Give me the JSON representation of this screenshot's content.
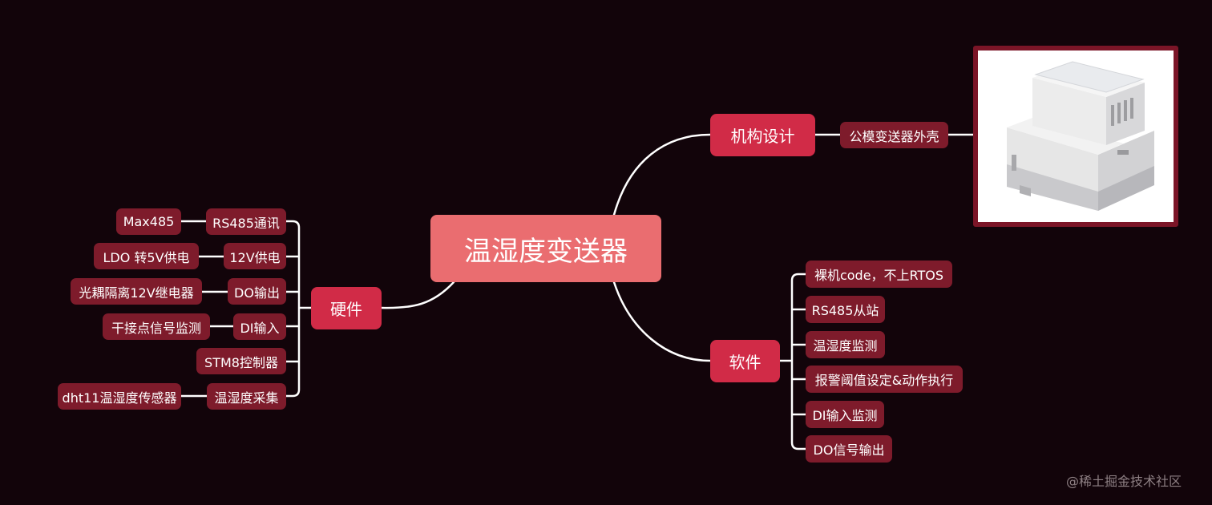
{
  "root": {
    "label": "温湿度变送器"
  },
  "hardware": {
    "label": "硬件",
    "items": [
      {
        "label": "RS485通讯",
        "leaf": "Max485"
      },
      {
        "label": "12V供电",
        "leaf": "LDO 转5V供电"
      },
      {
        "label": "DO输出",
        "leaf": "光耦隔离12V继电器"
      },
      {
        "label": "DI输入",
        "leaf": "干接点信号监测"
      },
      {
        "label": "STM8控制器",
        "leaf": null
      },
      {
        "label": "温湿度采集",
        "leaf": "dht11温湿度传感器"
      }
    ]
  },
  "mechanical": {
    "label": "机构设计",
    "items": [
      {
        "label": "公模变送器外壳"
      }
    ],
    "image": {
      "icon": "din-rail-enclosure-photo"
    }
  },
  "software": {
    "label": "软件",
    "items": [
      {
        "label": "裸机code，不上RTOS"
      },
      {
        "label": "RS485从站"
      },
      {
        "label": "温湿度监测"
      },
      {
        "label": "报警阈值设定&动作执行"
      },
      {
        "label": "DI输入监测"
      },
      {
        "label": "DO信号输出"
      }
    ]
  },
  "watermark": "@稀土掘金技术社区",
  "colors": {
    "background": "#12040a",
    "root": "#ea6d70",
    "branch": "#d12b47",
    "leaf": "#7e1b2b",
    "connector": "#ffffff"
  }
}
